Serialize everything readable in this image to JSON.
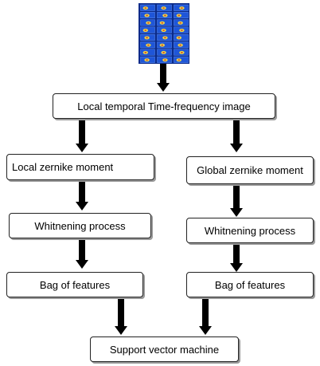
{
  "diagram": {
    "image_icon": "time-frequency-image-grid",
    "nodes": {
      "root": "Local temporal Time-frequency image",
      "left_moment": "Local zernike moment",
      "right_moment": "Global zernike moment",
      "left_whitening": "Whitnening process",
      "right_whitening": "Whitnening process",
      "left_bag": "Bag of features",
      "right_bag": "Bag of features",
      "classifier": "Support vector machine"
    },
    "colors": {
      "thumbnail_background": "#0a2a8a",
      "thumbnail_highlight": "#e8d84a",
      "arrow": "#000000",
      "box_border": "#222222",
      "box_shadow": "#9a9a9a"
    }
  }
}
